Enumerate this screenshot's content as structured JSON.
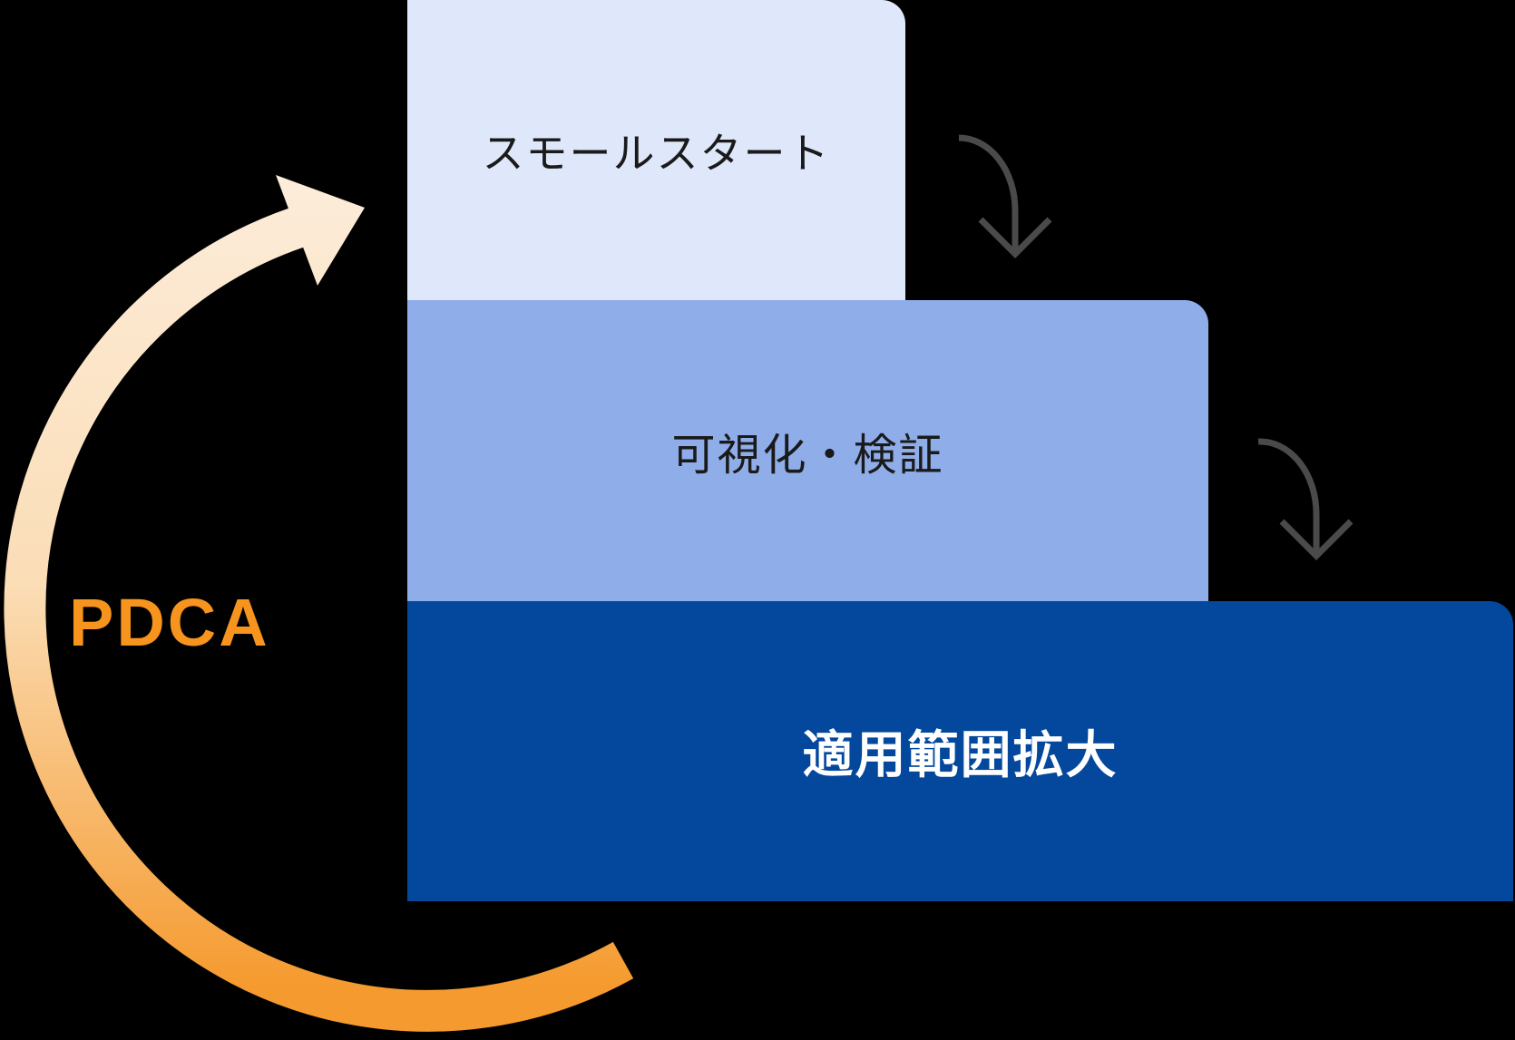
{
  "diagram": {
    "background_color": "#000000",
    "steps": [
      {
        "label": "スモールスタート",
        "color": "#dfe8fa",
        "text_color": "#1a1a1a"
      },
      {
        "label": "可視化・検証",
        "color": "#8fade9",
        "text_color": "#1a1a1a"
      },
      {
        "label": "適用範囲拡大",
        "color": "#03489c",
        "text_color": "#ffffff"
      }
    ],
    "pdca": {
      "label": "PDCA",
      "label_color": "#f7941e",
      "arc_top_color": "#fcecd9",
      "arc_mid_color": "#fbddb6",
      "arc_bottom_color": "#f59a2e"
    },
    "flow_arrow_color": "#4a4a4a"
  }
}
